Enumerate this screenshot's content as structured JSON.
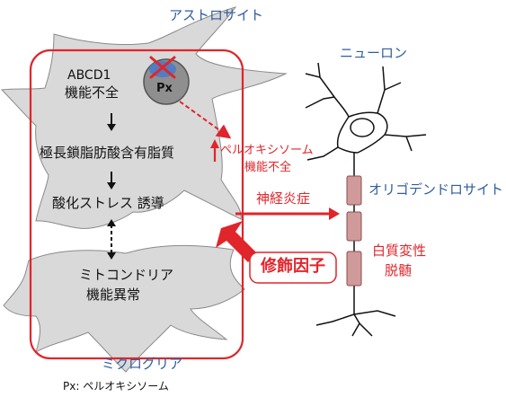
{
  "labels": {
    "astrocyte": "アストロサイト",
    "neuron": "ニューロン",
    "oligodendrocyte": "オリゴデンドロサイト",
    "microglia": "ミクログリア",
    "abcd1_line1": "ABCD1",
    "abcd1_line2": "機能不全",
    "px": "Px",
    "vlcfa": "極長鎖脂肪酸含有脂質",
    "oxidative_stress": "酸化ストレス 誘導",
    "mito_line1": "ミトコンドリア",
    "mito_line2": "機能異常",
    "perox_line1": "ペルオキシソーム",
    "perox_line2": "機能不全",
    "neuroinflammation": "神経炎症",
    "modifier": "修飾因子",
    "white_matter_line1": "白質変性",
    "white_matter_line2": "脱髄",
    "legend": "Px: ペルオキシソーム"
  },
  "colors": {
    "accent_red": "#e0252b",
    "label_blue": "#2f5d9e",
    "cell_gray": "#d9d9d9",
    "myelin_pink": "#d19a9a"
  }
}
